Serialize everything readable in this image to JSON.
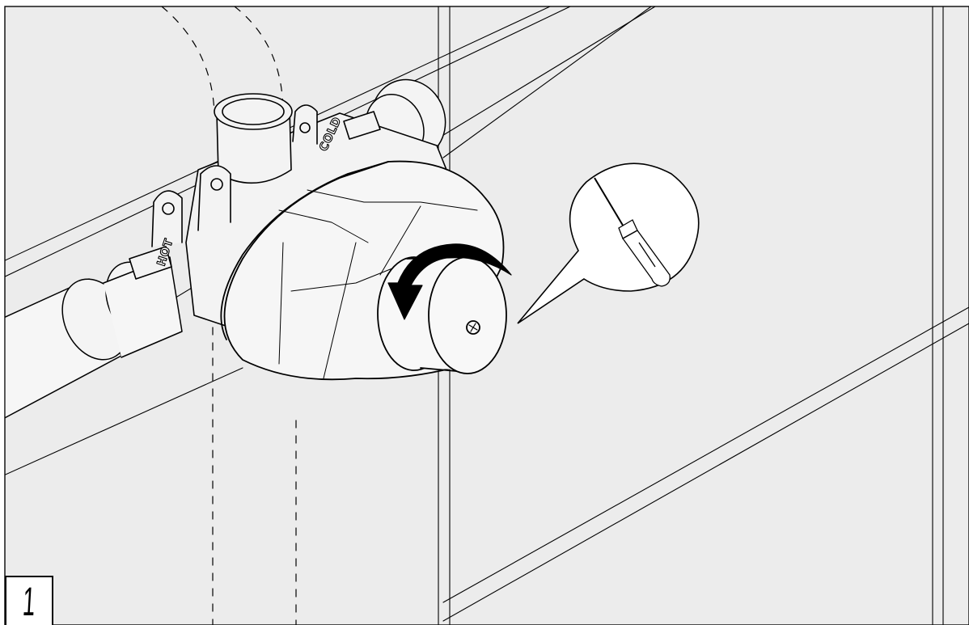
{
  "step": {
    "number": "1"
  },
  "labels": {
    "hot": "HOT",
    "cold": "COLD"
  },
  "icons": {
    "rotation": "counterclockwise-arrow-icon",
    "tool": "screwdriver-icon"
  },
  "colors": {
    "wall": "#ececec",
    "line": "#000000",
    "callout": "#ffffff"
  }
}
